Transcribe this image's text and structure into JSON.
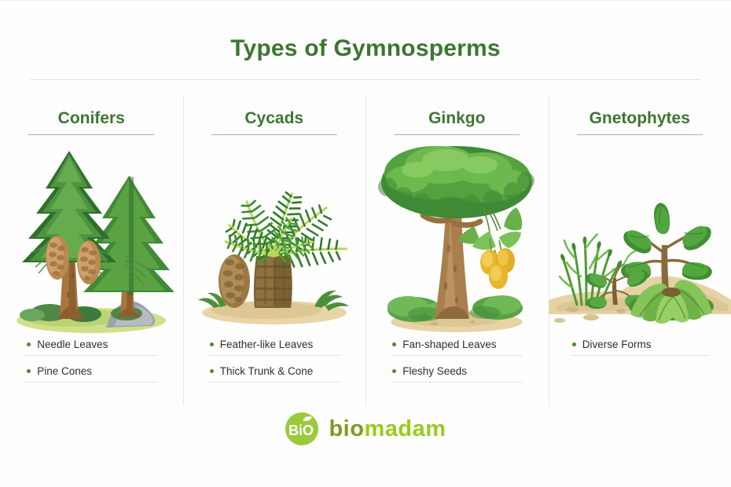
{
  "title": "Types of Gymnosperms",
  "colors": {
    "header_green": "#3c7630",
    "bullet_green": "#4a8a3a",
    "rule_gray": "#e3e3e3",
    "logo_bio": "#7d9a21",
    "logo_madam": "#9aca1e",
    "logo_circle": "#9aca3c"
  },
  "columns": [
    {
      "heading": "Conifers",
      "illustration": "conifer-trees-with-pine-cones",
      "bullets": [
        "Needle Leaves",
        "Pine Cones"
      ]
    },
    {
      "heading": "Cycads",
      "illustration": "cycad-palm-with-cone",
      "bullets": [
        "Feather-like Leaves",
        "Thick Trunk & Cone"
      ]
    },
    {
      "heading": "Ginkgo",
      "illustration": "ginkgo-tree-with-seeds",
      "bullets": [
        "Fan-shaped Leaves",
        "Fleshy Seeds"
      ]
    },
    {
      "heading": "Gnetophytes",
      "illustration": "gnetophyte-plants-on-sand",
      "bullets": [
        "Diverse Forms"
      ]
    }
  ],
  "logo": {
    "mark_text": "BiO",
    "word_first": "bio",
    "word_second": "madam"
  }
}
